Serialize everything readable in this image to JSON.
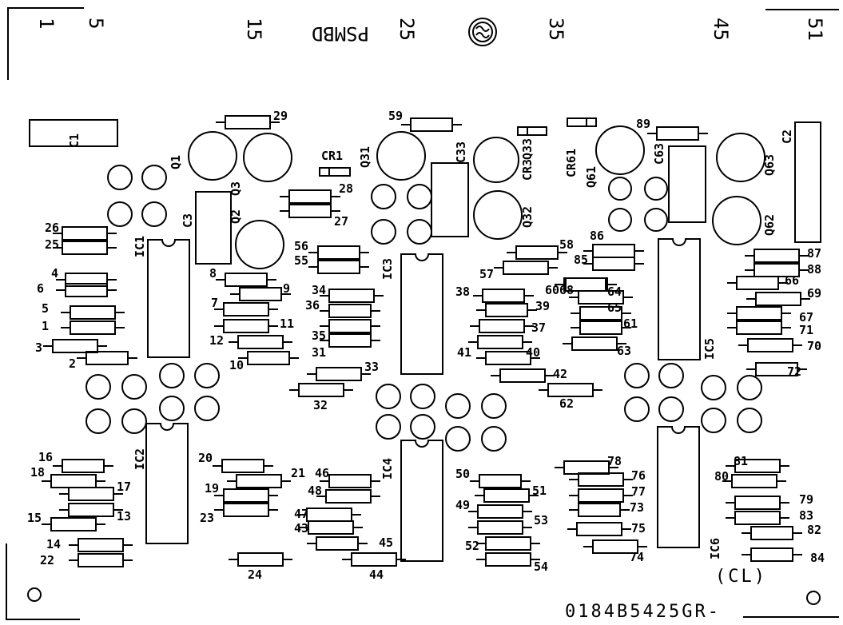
{
  "edge_numbers": [
    "1",
    "5",
    "15",
    "25",
    "35",
    "45",
    "51"
  ],
  "title_text": "PSMBD",
  "logo_name": "ge-monogram-logo",
  "revision": "(CL)",
  "part_number": "0184B5425GR-",
  "components": {
    "ics": [
      "IC1",
      "IC2",
      "IC3",
      "IC4",
      "IC5",
      "IC6"
    ],
    "caps": [
      "C1",
      "C2",
      "C3",
      "C33",
      "C63"
    ],
    "diodes": [
      "CR1",
      "CR3",
      "CR61"
    ],
    "transistors": [
      "Q1",
      "Q2",
      "Q3",
      "Q31",
      "Q32",
      "Q33",
      "Q61",
      "Q62",
      "Q63"
    ],
    "resistors": [
      "1",
      "2",
      "3",
      "4",
      "5",
      "6",
      "7",
      "8",
      "9",
      "10",
      "11",
      "12",
      "13",
      "14",
      "15",
      "16",
      "17",
      "18",
      "19",
      "20",
      "21",
      "22",
      "23",
      "24",
      "25",
      "26",
      "27",
      "28",
      "29",
      "31",
      "32",
      "33",
      "34",
      "35",
      "36",
      "37",
      "38",
      "39",
      "40",
      "41",
      "42",
      "43",
      "44",
      "45",
      "46",
      "47",
      "48",
      "49",
      "50",
      "51",
      "52",
      "53",
      "54",
      "55",
      "56",
      "57",
      "58",
      "59",
      "60",
      "61",
      "62",
      "63",
      "64",
      "65",
      "66",
      "67",
      "68",
      "69",
      "70",
      "71",
      "72",
      "73",
      "74",
      "75",
      "76",
      "77",
      "78",
      "79",
      "80",
      "81",
      "82",
      "83",
      "84",
      "85",
      "86",
      "87",
      "88",
      "89"
    ]
  }
}
